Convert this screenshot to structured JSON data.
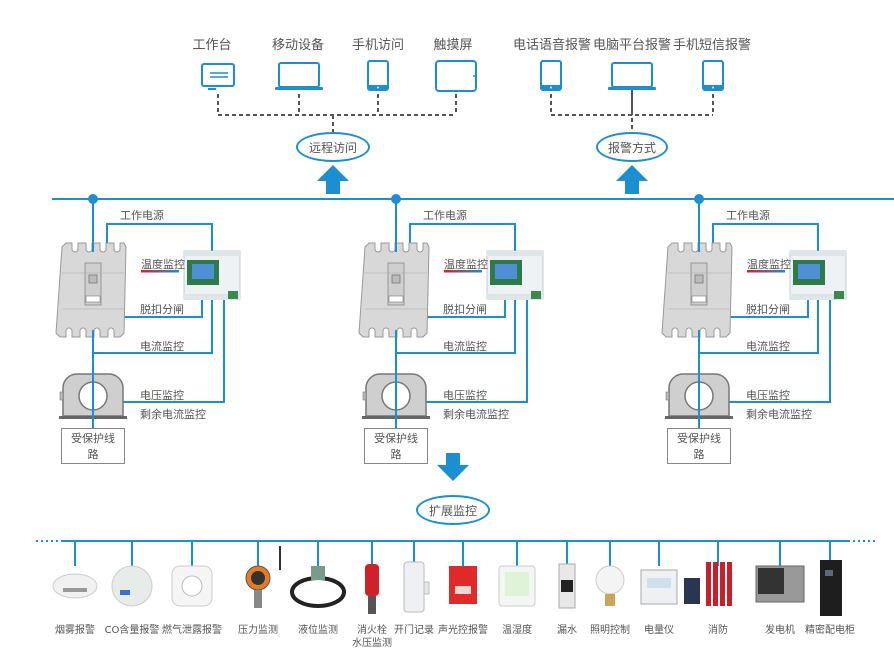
{
  "remote_access": {
    "title": "远程访问",
    "devices": [
      {
        "label": "工作台",
        "icon": "desktop-icon"
      },
      {
        "label": "移动设备",
        "icon": "laptop-icon"
      },
      {
        "label": "手机访问",
        "icon": "phone-icon"
      },
      {
        "label": "触摸屏",
        "icon": "tablet-icon"
      }
    ]
  },
  "alarm_methods": {
    "title": "报警方式",
    "devices": [
      {
        "label": "电话语音报警",
        "icon": "phone-icon"
      },
      {
        "label": "电脑平台报警",
        "icon": "laptop-icon"
      },
      {
        "label": "手机短信报警",
        "icon": "phone-icon"
      }
    ]
  },
  "units": [
    {
      "power_label": "工作电源",
      "temp_label": "温度监控",
      "trip_label": "脱扣分闸",
      "current_label": "电流监控",
      "voltage_label": "电压监控",
      "residual_label": "剩余电流监控",
      "line_label": "受保护线路"
    },
    {
      "power_label": "工作电源",
      "temp_label": "温度监控",
      "trip_label": "脱扣分闸",
      "current_label": "电流监控",
      "voltage_label": "电压监控",
      "residual_label": "剩余电流监控",
      "line_label": "受保护线路"
    },
    {
      "power_label": "工作电源",
      "temp_label": "温度监控",
      "trip_label": "脱扣分闸",
      "current_label": "电流监控",
      "voltage_label": "电压监控",
      "residual_label": "剩余电流监控",
      "line_label": "受保护线路"
    }
  ],
  "extension": {
    "title": "扩展监控",
    "devices": [
      {
        "label": "烟雾报警"
      },
      {
        "label": "CO含量报警"
      },
      {
        "label": "燃气泄露报警"
      },
      {
        "label": "压力监测"
      },
      {
        "label": "液位监测"
      },
      {
        "label": "消火栓",
        "label2": "水压监测"
      },
      {
        "label": "开门记录"
      },
      {
        "label": "声光控报警"
      },
      {
        "label": "温湿度"
      },
      {
        "label": "漏水"
      },
      {
        "label": "照明控制"
      },
      {
        "label": "电量仪"
      },
      {
        "label": "消防"
      },
      {
        "label": "发电机"
      },
      {
        "label": "精密配电柜"
      }
    ]
  },
  "colors": {
    "accent": "#1b8fd2",
    "line_gray": "#555555"
  }
}
